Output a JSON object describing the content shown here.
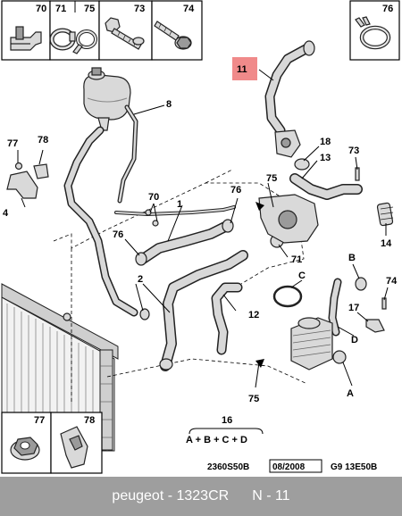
{
  "top_boxes": [
    {
      "id": "box-70",
      "label": "70"
    },
    {
      "id": "box-71",
      "label": "71"
    },
    {
      "id": "box-75",
      "label": "75"
    },
    {
      "id": "box-73",
      "label": "73"
    },
    {
      "id": "box-74",
      "label": "74"
    },
    {
      "id": "box-76",
      "label": "76"
    }
  ],
  "bottom_boxes": [
    {
      "id": "box-77",
      "label": "77"
    },
    {
      "id": "box-78",
      "label": "78"
    }
  ],
  "highlight": {
    "label": "11",
    "color": "#f08a8a"
  },
  "callouts": {
    "c1": "1",
    "c2": "2",
    "c4": "4",
    "c8": "8",
    "c12": "12",
    "c13": "13",
    "c14": "14",
    "c17": "17",
    "c18": "18",
    "c70": "70",
    "c71": "71",
    "c73": "73",
    "c74": "74",
    "c75a": "75",
    "c75b": "75",
    "c76a": "76",
    "c76b": "76",
    "c77": "77",
    "c78": "78",
    "cA": "A",
    "cB": "B",
    "cC": "C",
    "cD": "D"
  },
  "formula": {
    "number": "16",
    "expression": "A + B + C + D"
  },
  "footer": {
    "code1": "2360S50B",
    "date": "08/2008",
    "code2": "G9 13E50B"
  },
  "caption": {
    "brand": "peugeot - 1323CR",
    "ref": "N - 11"
  }
}
